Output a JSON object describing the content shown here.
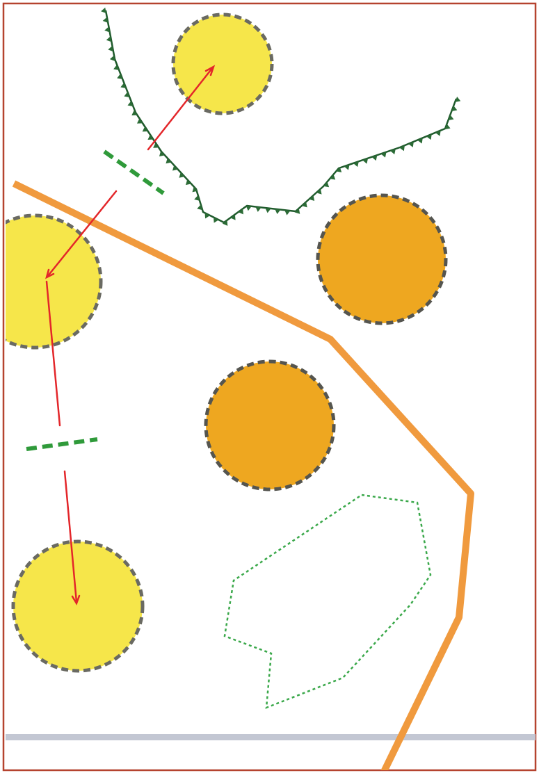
{
  "colors": {
    "frame": "#b5432f",
    "yellow_fill": "#f6e64a",
    "orange_fill": "#eea720",
    "zone_border": "#6a6a62",
    "route": "#e3262a",
    "main_road": "#f09a3e",
    "tick_line": "#1f5a2c",
    "tick_fill": "#2b6b36",
    "green_dash": "#2f9a3a",
    "dotted_area": "#3aa84a",
    "bottom_band": "#c3c7d3"
  },
  "zones": [
    {
      "id": "zone-top",
      "kind": "yellow"
    },
    {
      "id": "zone-left",
      "kind": "yellow"
    },
    {
      "id": "zone-bottom-left",
      "kind": "yellow"
    },
    {
      "id": "zone-right",
      "kind": "orange"
    },
    {
      "id": "zone-middle",
      "kind": "orange"
    }
  ]
}
